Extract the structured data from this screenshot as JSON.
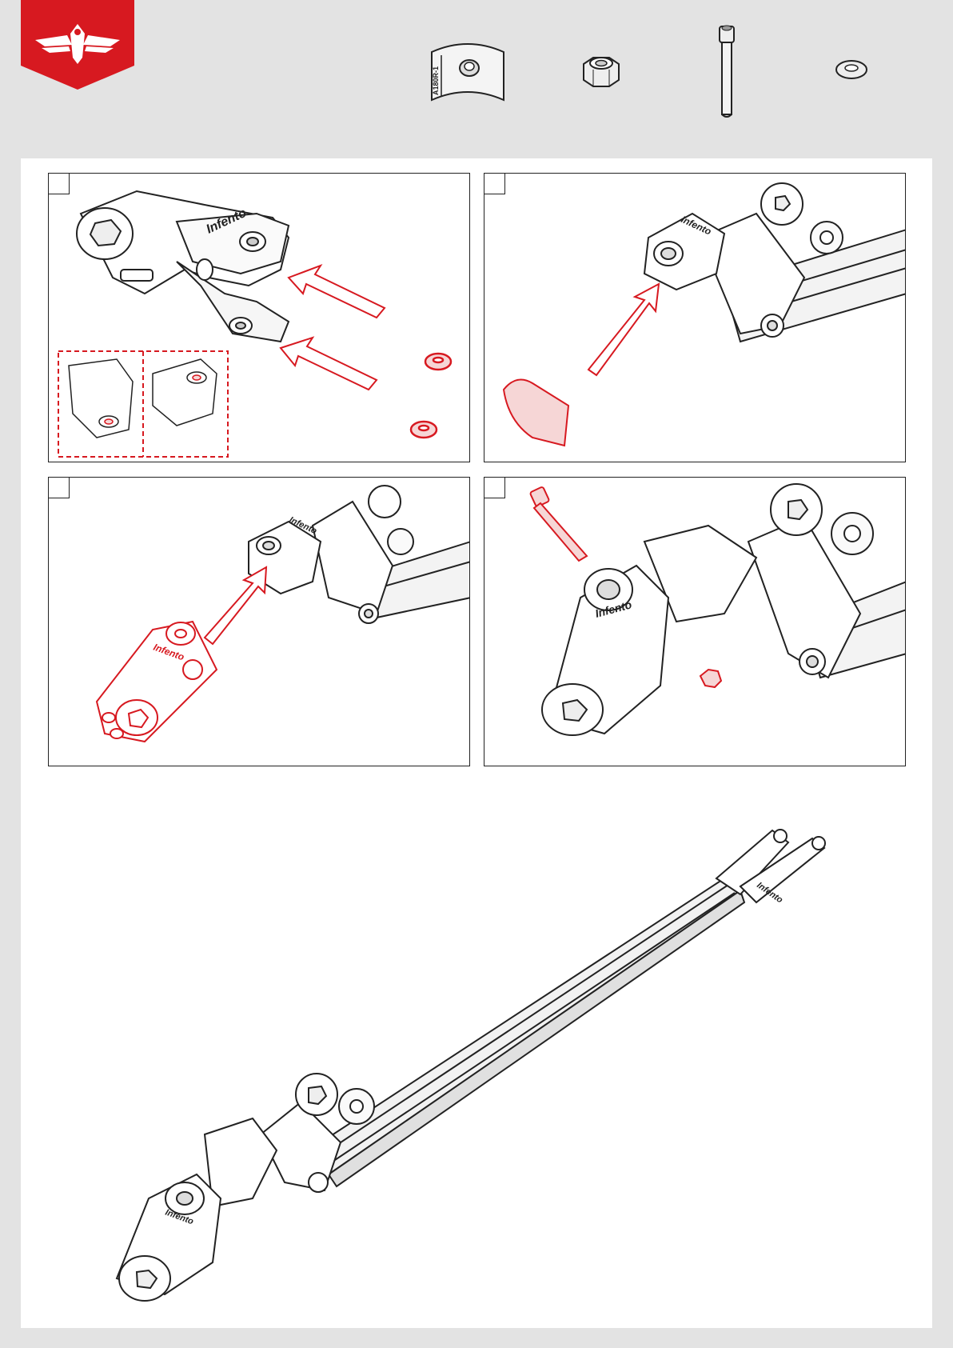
{
  "brand_color": "#d71920",
  "header": {
    "logo": "winged-emblem-logo",
    "parts": [
      {
        "name": "curved-clamp-shim",
        "label": "A180R-1"
      },
      {
        "name": "lock-nut",
        "label": ""
      },
      {
        "name": "hex-socket-bolt",
        "label": ""
      },
      {
        "name": "washer",
        "label": ""
      }
    ]
  },
  "steps": [
    {
      "number": "",
      "brand_text": "Infento"
    },
    {
      "number": "",
      "brand_text": "Infento"
    },
    {
      "number": "",
      "brand_text": "Infento"
    },
    {
      "number": "",
      "brand_text": "Infento"
    }
  ],
  "final_assembly": {
    "brand_text": "Infento"
  }
}
